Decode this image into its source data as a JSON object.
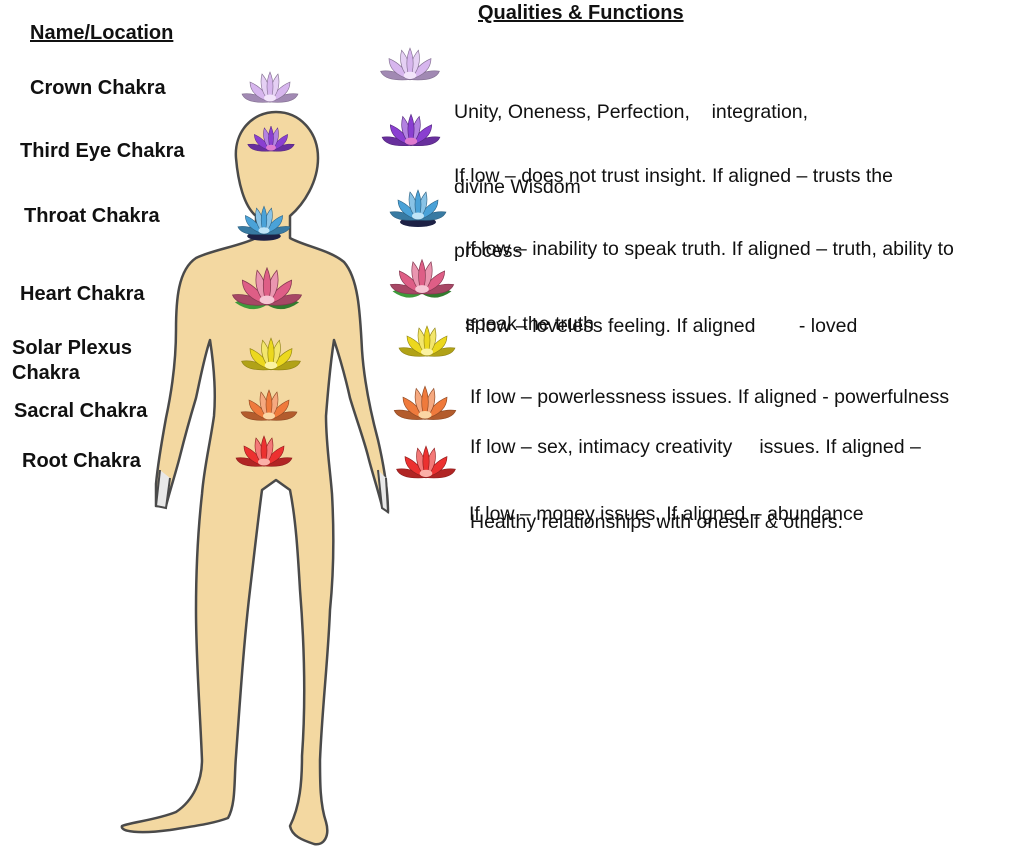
{
  "headings": {
    "name_location": "Name/Location",
    "qualities_functions": "Qualities & Functions"
  },
  "chakras": [
    {
      "name": "Crown Chakra",
      "quality_line1": "Unity, Oneness, Perfection,    integration,",
      "quality_line2": "divine Wisdom",
      "lotus_color": "#d7b6ee",
      "lotus_center": "#f2e4fa"
    },
    {
      "name": "Third Eye Chakra",
      "quality_line1": "If low – does not trust insight. If aligned – trusts the",
      "quality_line2": "process",
      "lotus_color": "#8a3fd1",
      "lotus_center": "#e07bd0"
    },
    {
      "name": "Throat Chakra",
      "quality_line1": "If low – inability to speak truth. If aligned – truth, ability to",
      "quality_line2": "speak the truth",
      "lotus_color": "#4aa2d8",
      "lotus_center": "#bfe4f7"
    },
    {
      "name": "Heart Chakra",
      "quality_line1": "If low – loveless feeling. If aligned        - loved",
      "quality_line2": "",
      "lotus_color": "#de5e86",
      "lotus_center": "#f6c6d4"
    },
    {
      "name_line1": "Solar Plexus",
      "name_line2": "Chakra",
      "quality_line1": "If low – powerlessness issues. If aligned - powerfulness",
      "quality_line2": "",
      "lotus_color": "#ecd81e",
      "lotus_center": "#fbf3a2"
    },
    {
      "name": "Sacral Chakra",
      "quality_line1": "If low – sex, intimacy creativity     issues. If aligned –",
      "quality_line2": "Healthy relationships with oneself & others.",
      "lotus_color": "#ef7a3c",
      "lotus_center": "#fbd6a4"
    },
    {
      "name": "Root Chakra",
      "quality_line1": "If low – money issues. If aligned – abundance",
      "quality_line2": "",
      "lotus_color": "#ec3130",
      "lotus_center": "#fbb0a8"
    }
  ],
  "colors": {
    "skin": "#f3d8a1",
    "outline": "#4a4a4a",
    "leaf": "#3e9a3a"
  }
}
